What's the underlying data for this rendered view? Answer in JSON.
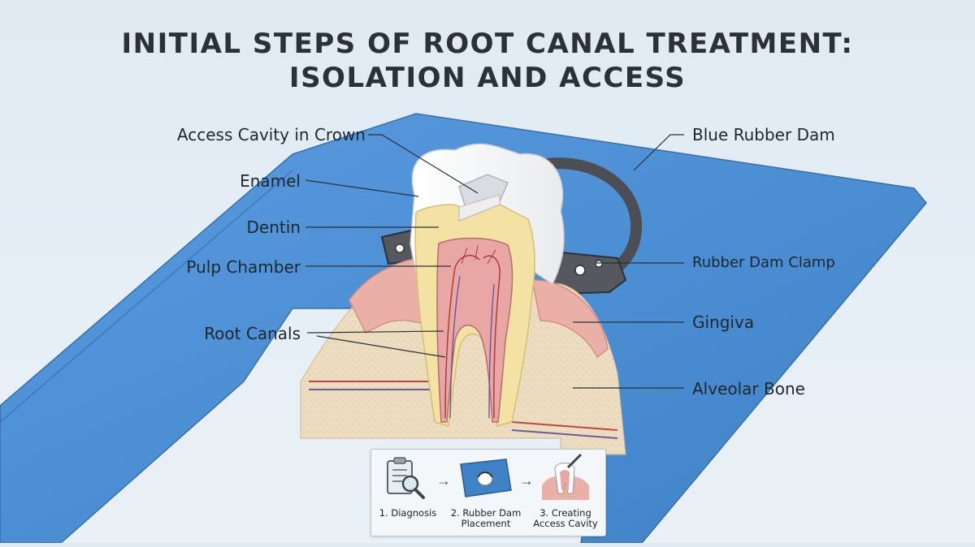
{
  "title": {
    "line1": "INITIAL STEPS OF ROOT CANAL TREATMENT:",
    "line2": "ISOLATION AND ACCESS"
  },
  "labels": {
    "access_cavity": "Access Cavity in Crown",
    "enamel": "Enamel",
    "dentin": "Dentin",
    "pulp_chamber": "Pulp Chamber",
    "root_canals": "Root Canals",
    "rubber_dam": "Blue Rubber Dam",
    "clamp": "Rubber Dam Clamp",
    "gingiva": "Gingiva",
    "bone": "Alveolar Bone"
  },
  "steps": [
    {
      "caption": "1. Diagnosis",
      "icon": "clipboard-magnifier-icon"
    },
    {
      "caption": "2. Rubber Dam Placement",
      "icon": "rubber-dam-icon"
    },
    {
      "caption": "3. Creating Access Cavity",
      "icon": "tooth-drill-icon"
    }
  ],
  "colors": {
    "rubber_dam": "#4a8fd1",
    "gingiva": "#eab0a8",
    "bone": "#ecdcc0",
    "dentin": "#f3e2a4",
    "pulp": "#e8a7a4",
    "enamel": "#ffffff",
    "clamp": "#4b4f55"
  }
}
